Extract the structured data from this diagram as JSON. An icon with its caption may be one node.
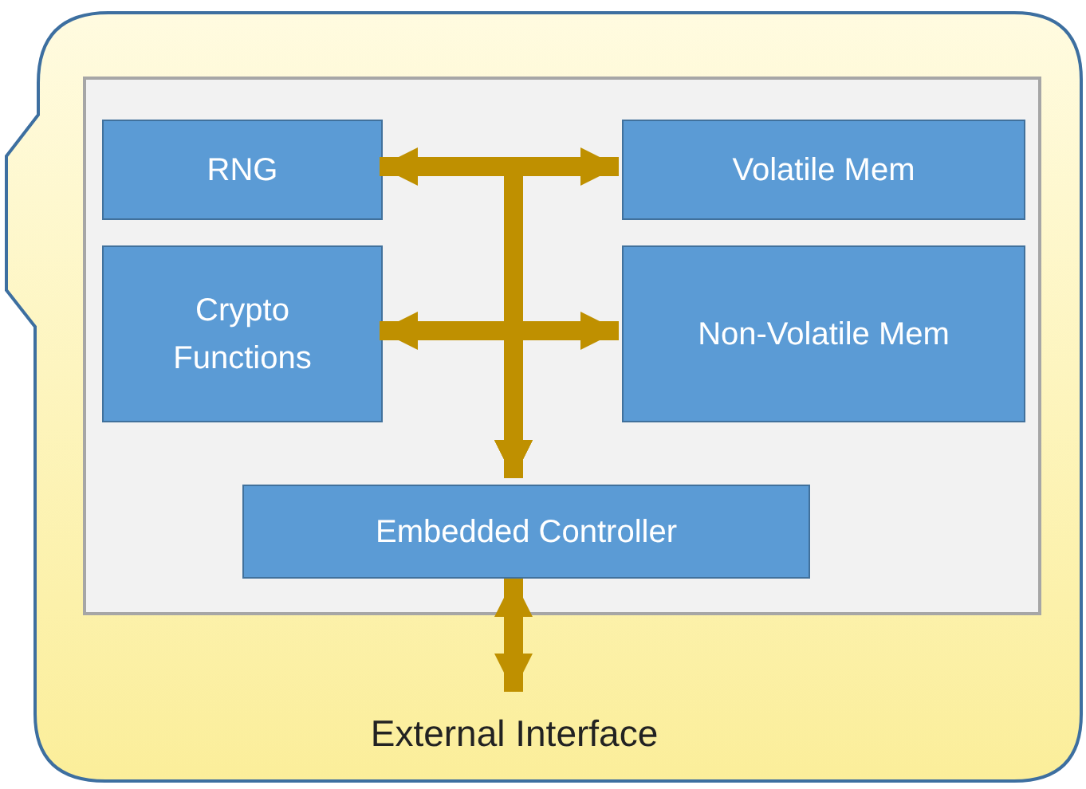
{
  "diagram": {
    "nodes": [
      {
        "text": [],
        "shape": "box"
      },
      {
        "text": [],
        "shape": "box",
        "in": 0
      },
      {
        "text": [
          "RNG"
        ],
        "in": 1
      },
      {
        "text": [
          "Volatile Mem"
        ],
        "in": 1
      },
      {
        "text": [
          "Crypto Functions"
        ],
        "in": 1
      },
      {
        "text": [
          "Non-Volatile Mem"
        ],
        "in": 1
      },
      {
        "text": [
          "Embedded Controller"
        ],
        "in": 1
      },
      {
        "text": [
          "External Interface"
        ],
        "in": 0
      }
    ],
    "edges": [
      {
        "from": 2,
        "to": 3,
        "arrow": "both"
      },
      {
        "from": 4,
        "to": 5,
        "arrow": "both"
      },
      {
        "from": 2,
        "to": 6,
        "arrow": "to"
      },
      {
        "from": 3,
        "to": 6,
        "arrow": "to"
      },
      {
        "from": 4,
        "to": 6,
        "arrow": "to"
      },
      {
        "from": 5,
        "to": 6,
        "arrow": "to"
      },
      {
        "from": 6,
        "to": 7,
        "arrow": "both"
      }
    ]
  }
}
